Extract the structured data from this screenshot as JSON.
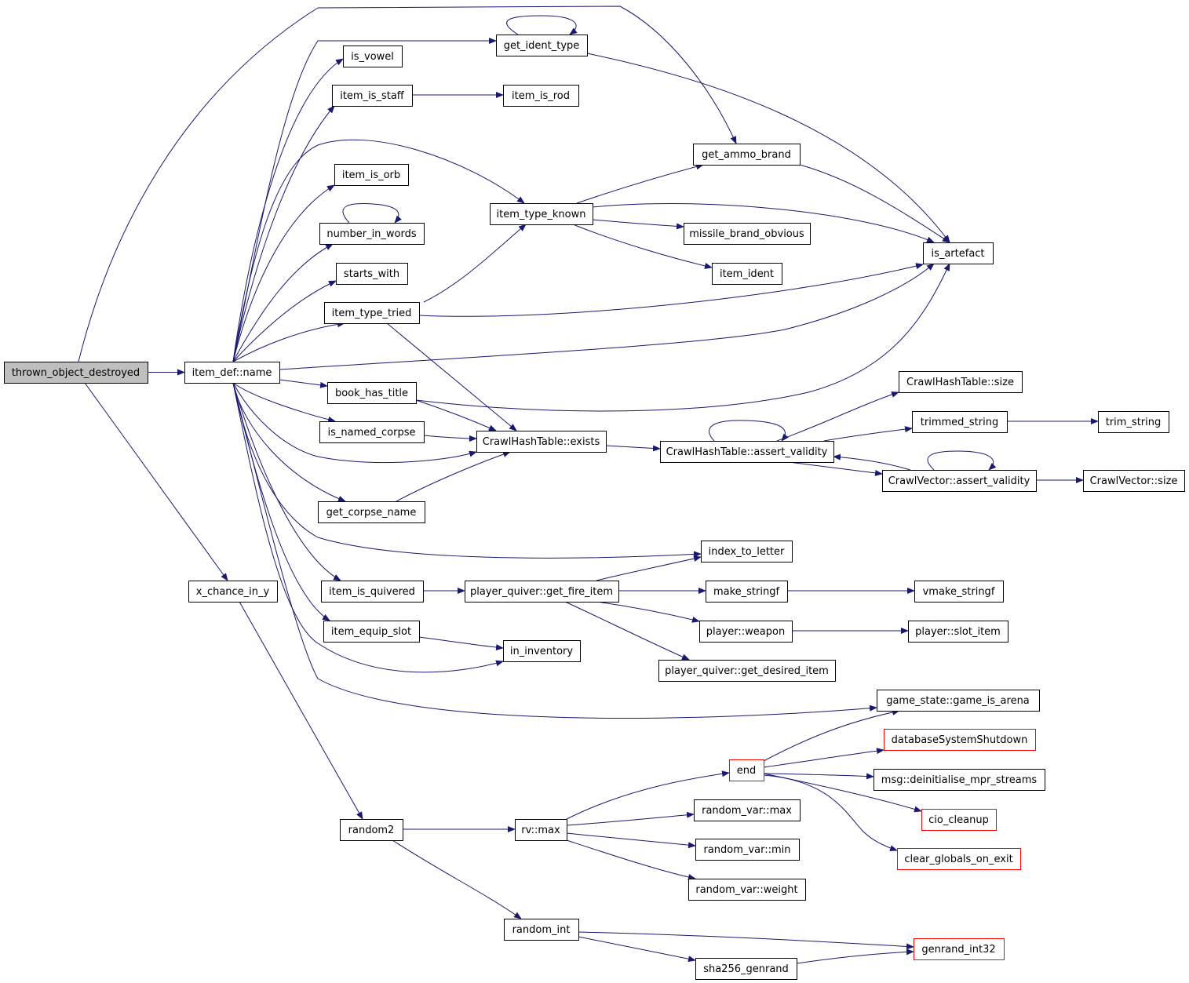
{
  "diagram": {
    "type": "call-graph",
    "root": "thrown_object_destroyed",
    "colors": {
      "edge": "#191970",
      "node_border": "#000000",
      "truncated_node_border": "#ff0000",
      "root_fill": "#bfbfbf",
      "node_fill": "#ffffff"
    },
    "nodes": [
      {
        "id": "thrown_object_destroyed",
        "label": "thrown_object_destroyed",
        "style": "root"
      },
      {
        "id": "item_def_name",
        "label": "item_def::name"
      },
      {
        "id": "x_chance_in_y",
        "label": "x_chance_in_y"
      },
      {
        "id": "get_ident_type",
        "label": "get_ident_type"
      },
      {
        "id": "is_vowel",
        "label": "is_vowel"
      },
      {
        "id": "item_is_staff",
        "label": "item_is_staff"
      },
      {
        "id": "item_is_rod",
        "label": "item_is_rod"
      },
      {
        "id": "item_is_orb",
        "label": "item_is_orb"
      },
      {
        "id": "number_in_words",
        "label": "number_in_words"
      },
      {
        "id": "starts_with",
        "label": "starts_with"
      },
      {
        "id": "item_type_tried",
        "label": "item_type_tried"
      },
      {
        "id": "book_has_title",
        "label": "book_has_title"
      },
      {
        "id": "is_named_corpse",
        "label": "is_named_corpse"
      },
      {
        "id": "get_corpse_name",
        "label": "get_corpse_name"
      },
      {
        "id": "item_is_quivered",
        "label": "item_is_quivered"
      },
      {
        "id": "item_equip_slot",
        "label": "item_equip_slot"
      },
      {
        "id": "random2",
        "label": "random2"
      },
      {
        "id": "item_type_known",
        "label": "item_type_known"
      },
      {
        "id": "crawlhash_exists",
        "label": "CrawlHashTable::exists"
      },
      {
        "id": "pq_get_fire_item",
        "label": "player_quiver::get_fire_item"
      },
      {
        "id": "in_inventory",
        "label": "in_inventory"
      },
      {
        "id": "rv_max",
        "label": "rv::max"
      },
      {
        "id": "random_int",
        "label": "random_int"
      },
      {
        "id": "get_ammo_brand",
        "label": "get_ammo_brand"
      },
      {
        "id": "missile_brand_obvious",
        "label": "missile_brand_obvious"
      },
      {
        "id": "item_ident",
        "label": "item_ident"
      },
      {
        "id": "crawlhash_assert_validity",
        "label": "CrawlHashTable::assert_validity"
      },
      {
        "id": "index_to_letter",
        "label": "index_to_letter"
      },
      {
        "id": "make_stringf",
        "label": "make_stringf"
      },
      {
        "id": "player_weapon",
        "label": "player::weapon"
      },
      {
        "id": "pq_get_desired_item",
        "label": "player_quiver::get_desired_item"
      },
      {
        "id": "end",
        "label": "end",
        "style": "truncated"
      },
      {
        "id": "random_var_max",
        "label": "random_var::max"
      },
      {
        "id": "random_var_min",
        "label": "random_var::min"
      },
      {
        "id": "random_var_weight",
        "label": "random_var::weight"
      },
      {
        "id": "sha256_genrand",
        "label": "sha256_genrand"
      },
      {
        "id": "is_artefact",
        "label": "is_artefact"
      },
      {
        "id": "crawlhash_size",
        "label": "CrawlHashTable::size"
      },
      {
        "id": "trimmed_string",
        "label": "trimmed_string"
      },
      {
        "id": "crawlvector_assert_validity",
        "label": "CrawlVector::assert_validity"
      },
      {
        "id": "vmake_stringf",
        "label": "vmake_stringf"
      },
      {
        "id": "player_slot_item",
        "label": "player::slot_item"
      },
      {
        "id": "game_is_arena",
        "label": "game_state::game_is_arena"
      },
      {
        "id": "database_system_shutdown",
        "label": "databaseSystemShutdown",
        "style": "truncated"
      },
      {
        "id": "deinit_mpr_streams",
        "label": "msg::deinitialise_mpr_streams"
      },
      {
        "id": "cio_cleanup",
        "label": "cio_cleanup",
        "style": "truncated"
      },
      {
        "id": "clear_globals_on_exit",
        "label": "clear_globals_on_exit",
        "style": "truncated"
      },
      {
        "id": "genrand_int32",
        "label": "genrand_int32",
        "style": "truncated"
      },
      {
        "id": "trim_string",
        "label": "trim_string"
      },
      {
        "id": "crawlvector_size",
        "label": "CrawlVector::size"
      }
    ],
    "edges": [
      {
        "from": "thrown_object_destroyed",
        "to": "item_def_name"
      },
      {
        "from": "thrown_object_destroyed",
        "to": "x_chance_in_y"
      },
      {
        "from": "thrown_object_destroyed",
        "to": "get_ammo_brand"
      },
      {
        "from": "item_def_name",
        "to": "get_ident_type"
      },
      {
        "from": "item_def_name",
        "to": "is_vowel"
      },
      {
        "from": "item_def_name",
        "to": "item_is_staff"
      },
      {
        "from": "item_def_name",
        "to": "item_type_known"
      },
      {
        "from": "item_def_name",
        "to": "item_is_orb"
      },
      {
        "from": "item_def_name",
        "to": "number_in_words"
      },
      {
        "from": "item_def_name",
        "to": "starts_with"
      },
      {
        "from": "item_def_name",
        "to": "item_type_tried"
      },
      {
        "from": "item_def_name",
        "to": "is_artefact"
      },
      {
        "from": "item_def_name",
        "to": "book_has_title"
      },
      {
        "from": "item_def_name",
        "to": "is_named_corpse"
      },
      {
        "from": "item_def_name",
        "to": "crawlhash_exists"
      },
      {
        "from": "item_def_name",
        "to": "get_corpse_name"
      },
      {
        "from": "item_def_name",
        "to": "index_to_letter"
      },
      {
        "from": "item_def_name",
        "to": "item_is_quivered"
      },
      {
        "from": "item_def_name",
        "to": "item_equip_slot"
      },
      {
        "from": "item_def_name",
        "to": "in_inventory"
      },
      {
        "from": "item_def_name",
        "to": "game_is_arena"
      },
      {
        "from": "x_chance_in_y",
        "to": "random2"
      },
      {
        "from": "get_ident_type",
        "to": "get_ident_type"
      },
      {
        "from": "get_ident_type",
        "to": "is_artefact"
      },
      {
        "from": "item_is_staff",
        "to": "item_is_rod"
      },
      {
        "from": "number_in_words",
        "to": "number_in_words"
      },
      {
        "from": "item_type_tried",
        "to": "item_type_known"
      },
      {
        "from": "item_type_tried",
        "to": "is_artefact"
      },
      {
        "from": "item_type_tried",
        "to": "crawlhash_exists"
      },
      {
        "from": "book_has_title",
        "to": "crawlhash_exists"
      },
      {
        "from": "book_has_title",
        "to": "is_artefact"
      },
      {
        "from": "is_named_corpse",
        "to": "crawlhash_exists"
      },
      {
        "from": "get_corpse_name",
        "to": "crawlhash_exists"
      },
      {
        "from": "item_is_quivered",
        "to": "pq_get_fire_item"
      },
      {
        "from": "item_equip_slot",
        "to": "in_inventory"
      },
      {
        "from": "random2",
        "to": "rv_max"
      },
      {
        "from": "random2",
        "to": "random_int"
      },
      {
        "from": "item_type_known",
        "to": "get_ammo_brand"
      },
      {
        "from": "item_type_known",
        "to": "is_artefact"
      },
      {
        "from": "item_type_known",
        "to": "missile_brand_obvious"
      },
      {
        "from": "item_type_known",
        "to": "item_ident"
      },
      {
        "from": "get_ammo_brand",
        "to": "is_artefact"
      },
      {
        "from": "crawlhash_exists",
        "to": "crawlhash_assert_validity"
      },
      {
        "from": "crawlhash_assert_validity",
        "to": "crawlhash_assert_validity"
      },
      {
        "from": "crawlhash_assert_validity",
        "to": "crawlhash_size"
      },
      {
        "from": "crawlhash_assert_validity",
        "to": "trimmed_string"
      },
      {
        "from": "crawlhash_assert_validity",
        "to": "crawlvector_assert_validity"
      },
      {
        "from": "crawlvector_assert_validity",
        "to": "crawlvector_assert_validity"
      },
      {
        "from": "crawlvector_assert_validity",
        "to": "crawlhash_assert_validity"
      },
      {
        "from": "crawlvector_assert_validity",
        "to": "crawlvector_size"
      },
      {
        "from": "trimmed_string",
        "to": "trim_string"
      },
      {
        "from": "pq_get_fire_item",
        "to": "index_to_letter"
      },
      {
        "from": "pq_get_fire_item",
        "to": "make_stringf"
      },
      {
        "from": "pq_get_fire_item",
        "to": "player_weapon"
      },
      {
        "from": "pq_get_fire_item",
        "to": "pq_get_desired_item"
      },
      {
        "from": "make_stringf",
        "to": "vmake_stringf"
      },
      {
        "from": "player_weapon",
        "to": "player_slot_item"
      },
      {
        "from": "rv_max",
        "to": "end"
      },
      {
        "from": "rv_max",
        "to": "random_var_max"
      },
      {
        "from": "rv_max",
        "to": "random_var_min"
      },
      {
        "from": "rv_max",
        "to": "random_var_weight"
      },
      {
        "from": "end",
        "to": "game_is_arena"
      },
      {
        "from": "end",
        "to": "database_system_shutdown"
      },
      {
        "from": "end",
        "to": "deinit_mpr_streams"
      },
      {
        "from": "end",
        "to": "cio_cleanup"
      },
      {
        "from": "end",
        "to": "clear_globals_on_exit"
      },
      {
        "from": "random_int",
        "to": "genrand_int32"
      },
      {
        "from": "random_int",
        "to": "sha256_genrand"
      },
      {
        "from": "sha256_genrand",
        "to": "genrand_int32"
      }
    ]
  }
}
